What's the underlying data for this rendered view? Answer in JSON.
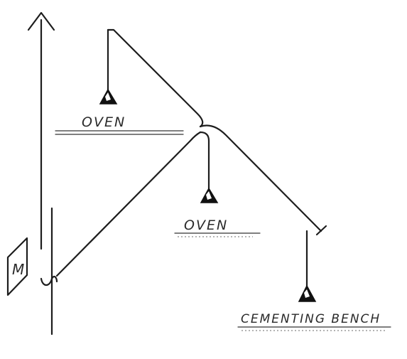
{
  "diagram": {
    "labels": {
      "oven_top": "OVEN",
      "oven_middle": "OVEN",
      "cementing_bench": "CEMENTING BENCH",
      "motor": "M"
    }
  }
}
